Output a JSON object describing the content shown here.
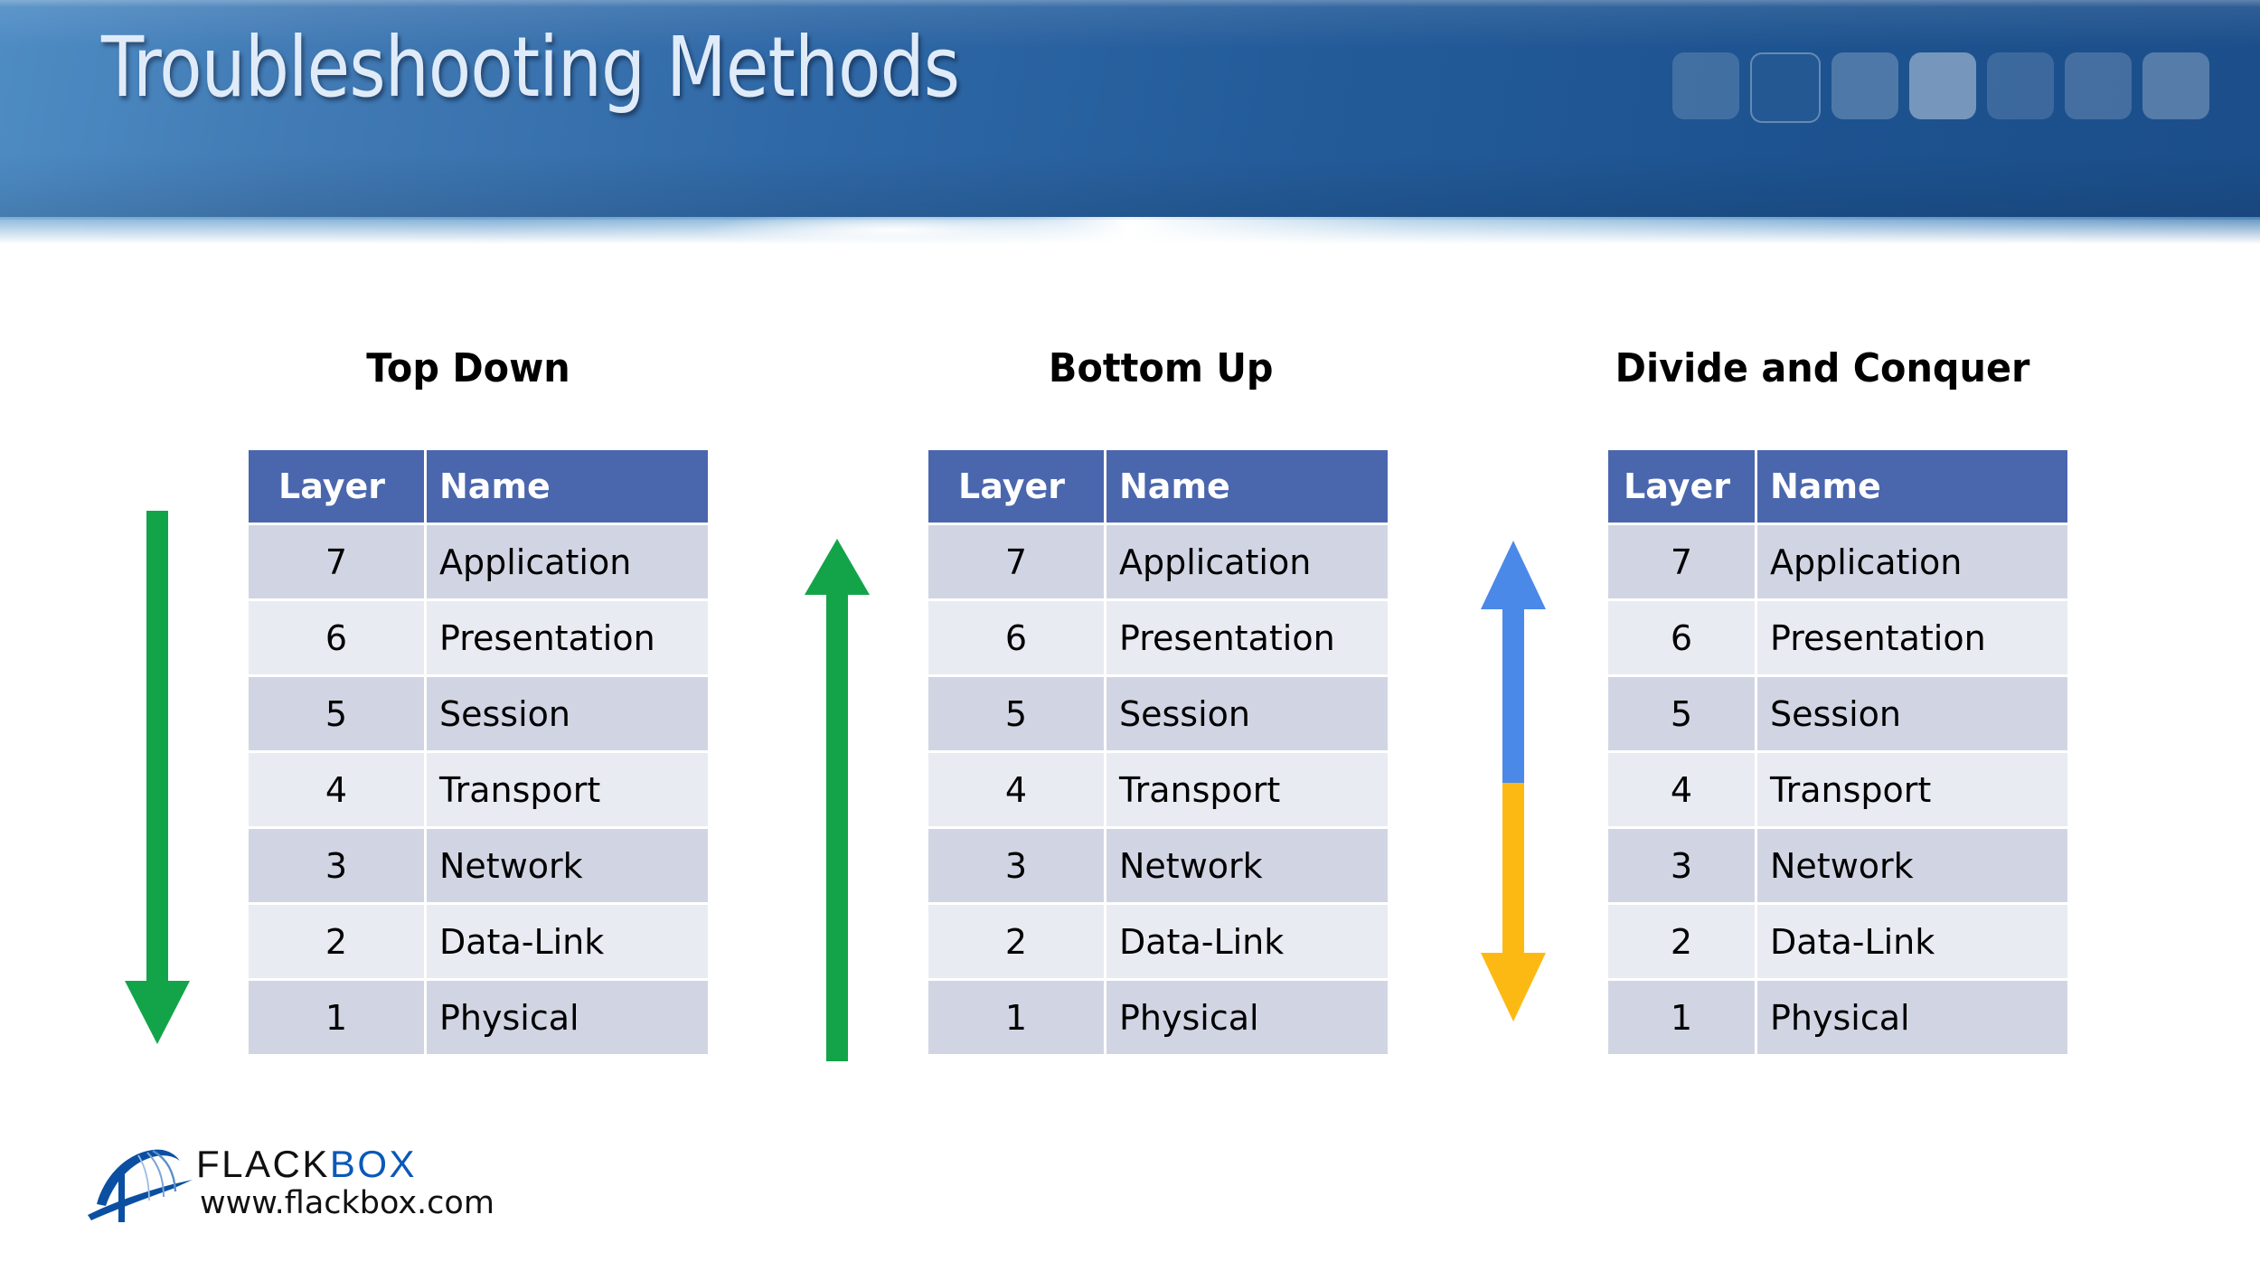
{
  "slide": {
    "title": "Troubleshooting Methods",
    "background_color": "#ffffff",
    "header": {
      "gradient_from": "#4e8cc4",
      "gradient_to": "#1b4e8a",
      "title_color": "#dfebf8",
      "decoration": {
        "name": "rounded-square-strip",
        "count": 7,
        "opacities": [
          0.16,
          0.04,
          0.22,
          0.4,
          0.14,
          0.18,
          0.26
        ],
        "outlined_index": 1
      }
    }
  },
  "table_header": {
    "layer": "Layer",
    "name": "Name",
    "fill": "#4a66ad",
    "text_color": "#ffffff"
  },
  "row_colors": {
    "odd": "#d1d5e3",
    "even": "#e9ebf2"
  },
  "osi_layers": [
    {
      "layer": "7",
      "name": "Application"
    },
    {
      "layer": "6",
      "name": "Presentation"
    },
    {
      "layer": "5",
      "name": "Session"
    },
    {
      "layer": "4",
      "name": "Transport"
    },
    {
      "layer": "3",
      "name": "Network"
    },
    {
      "layer": "2",
      "name": "Data-Link"
    },
    {
      "layer": "1",
      "name": "Physical"
    }
  ],
  "methods": [
    {
      "title": "Top Down",
      "arrow": {
        "name": "down-arrow-green",
        "direction": "down",
        "colors": [
          "#13a44a"
        ]
      }
    },
    {
      "title": "Bottom Up",
      "arrow": {
        "name": "up-arrow-green",
        "direction": "up",
        "colors": [
          "#13a44a"
        ]
      }
    },
    {
      "title": "Divide and Conquer",
      "arrow": {
        "name": "double-arrow-blue-yellow",
        "direction": "both",
        "colors": [
          "#4a89e8",
          "#fdb913"
        ]
      }
    }
  ],
  "logo": {
    "brand_dark": "FLACK",
    "brand_blue": "BOX",
    "url": "www.flackbox.com",
    "mark_color": "#0b4fa2"
  }
}
